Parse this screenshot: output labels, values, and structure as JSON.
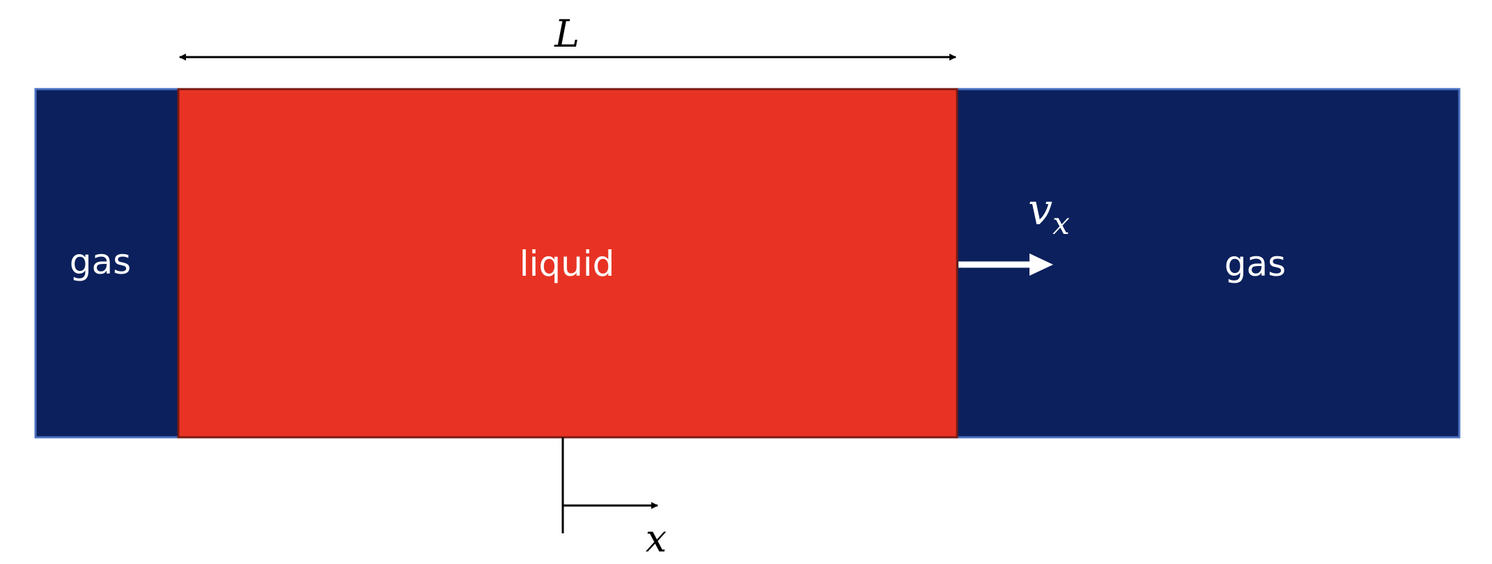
{
  "colors": {
    "gas_fill": "#0b205c",
    "gas_stroke": "#4a6fc0",
    "liquid_fill": "#e83324",
    "liquid_stroke": "#7a1a14",
    "ink": "#000000",
    "arrow_light": "#ffffff"
  },
  "regions": {
    "gas_left": "gas",
    "liquid": "liquid",
    "gas_right": "gas"
  },
  "dimension": {
    "length_label": "L"
  },
  "velocity": {
    "symbol": "v",
    "subscript": "x"
  },
  "axis": {
    "label": "x"
  }
}
